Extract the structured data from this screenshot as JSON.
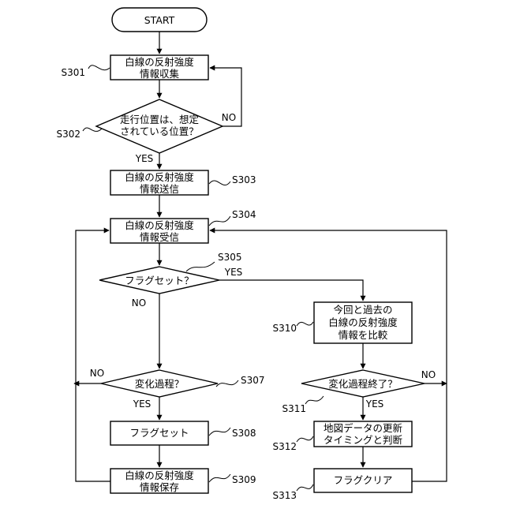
{
  "start": "START",
  "nodes": {
    "s301": {
      "code": "S301",
      "lines": [
        "白線の反射強度",
        "情報収集"
      ]
    },
    "s302": {
      "code": "S302",
      "lines": [
        "走行位置は、想定",
        "されている位置？"
      ]
    },
    "s303": {
      "code": "S303",
      "lines": [
        "白線の反射強度",
        "情報送信"
      ]
    },
    "s304": {
      "code": "S304",
      "lines": [
        "白線の反射強度",
        "情報受信"
      ]
    },
    "s305": {
      "code": "S305",
      "lines": [
        "フラグセット？"
      ]
    },
    "s307": {
      "code": "S307",
      "lines": [
        "変化過程？"
      ]
    },
    "s308": {
      "code": "S308",
      "lines": [
        "フラグセット"
      ]
    },
    "s309": {
      "code": "S309",
      "lines": [
        "白線の反射強度",
        "情報保存"
      ]
    },
    "s310": {
      "code": "S310",
      "lines": [
        "今回と過去の",
        "白線の反射強度",
        "情報を比較"
      ]
    },
    "s311": {
      "code": "S311",
      "lines": [
        "変化過程終了？"
      ]
    },
    "s312": {
      "code": "S312",
      "lines": [
        "地図データの更新",
        "タイミングと判断"
      ]
    },
    "s313": {
      "code": "S313",
      "lines": [
        "フラグクリア"
      ]
    }
  },
  "edge_labels": {
    "s302_no": "NO",
    "s302_yes": "YES",
    "s305_yes": "YES",
    "s305_no": "NO",
    "s307_no": "NO",
    "s307_yes": "YES",
    "s311_no": "NO",
    "s311_yes": "YES"
  }
}
